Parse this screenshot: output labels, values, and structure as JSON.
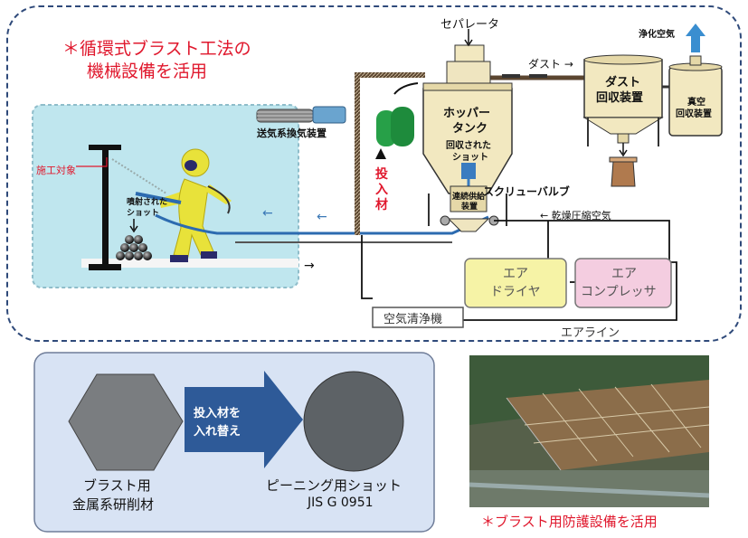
{
  "top": {
    "title_line1": "＊循環式ブラスト工法の",
    "title_line2": "機械設備を活用",
    "separator": "セパレータ",
    "dust": "ダスト →",
    "clean_air": "浄化空気",
    "hopper_tank": [
      "ホッパー",
      "タンク"
    ],
    "dust_collector": [
      "ダスト",
      "回収装置"
    ],
    "vacuum_collector": [
      "真空",
      "回収装置"
    ],
    "recovered_shot": [
      "回収された",
      "ショット"
    ],
    "continuous_feeder": [
      "連続供給",
      "装置"
    ],
    "screw_valve": "スクリューバルブ",
    "media_label": [
      "投",
      "入",
      "材"
    ],
    "ventilation": "送気系換気装置",
    "target": "施工対象",
    "sprayed_shot": [
      "噴射された",
      "ショット"
    ],
    "dry_air": "← 乾燥圧縮空気",
    "air_dryer": [
      "エア",
      "ドライヤ"
    ],
    "compressor": [
      "エア",
      "コンプレッサ"
    ],
    "air_cleaner": "空気清浄機",
    "air_line": "エアライン"
  },
  "bottom": {
    "left_caption": [
      "ブラスト用",
      "金属系研削材"
    ],
    "arrow_text": [
      "投入材を",
      "入れ替え"
    ],
    "right_caption": [
      "ピーニング用ショット",
      "JIS G 0951"
    ],
    "photo_caption": "＊ブラスト用防護設備を活用"
  },
  "colors": {
    "red": "#e0182d",
    "dashed_border": "#2f4a7a",
    "work_area": "#bfe6ee",
    "dryer": "#f6f3a6",
    "compressor": "#f4cde0",
    "arrow_blue": "#2e5a98",
    "bottom_panel": "#d8e3f4",
    "pipe_dark": "#4a3a28"
  }
}
